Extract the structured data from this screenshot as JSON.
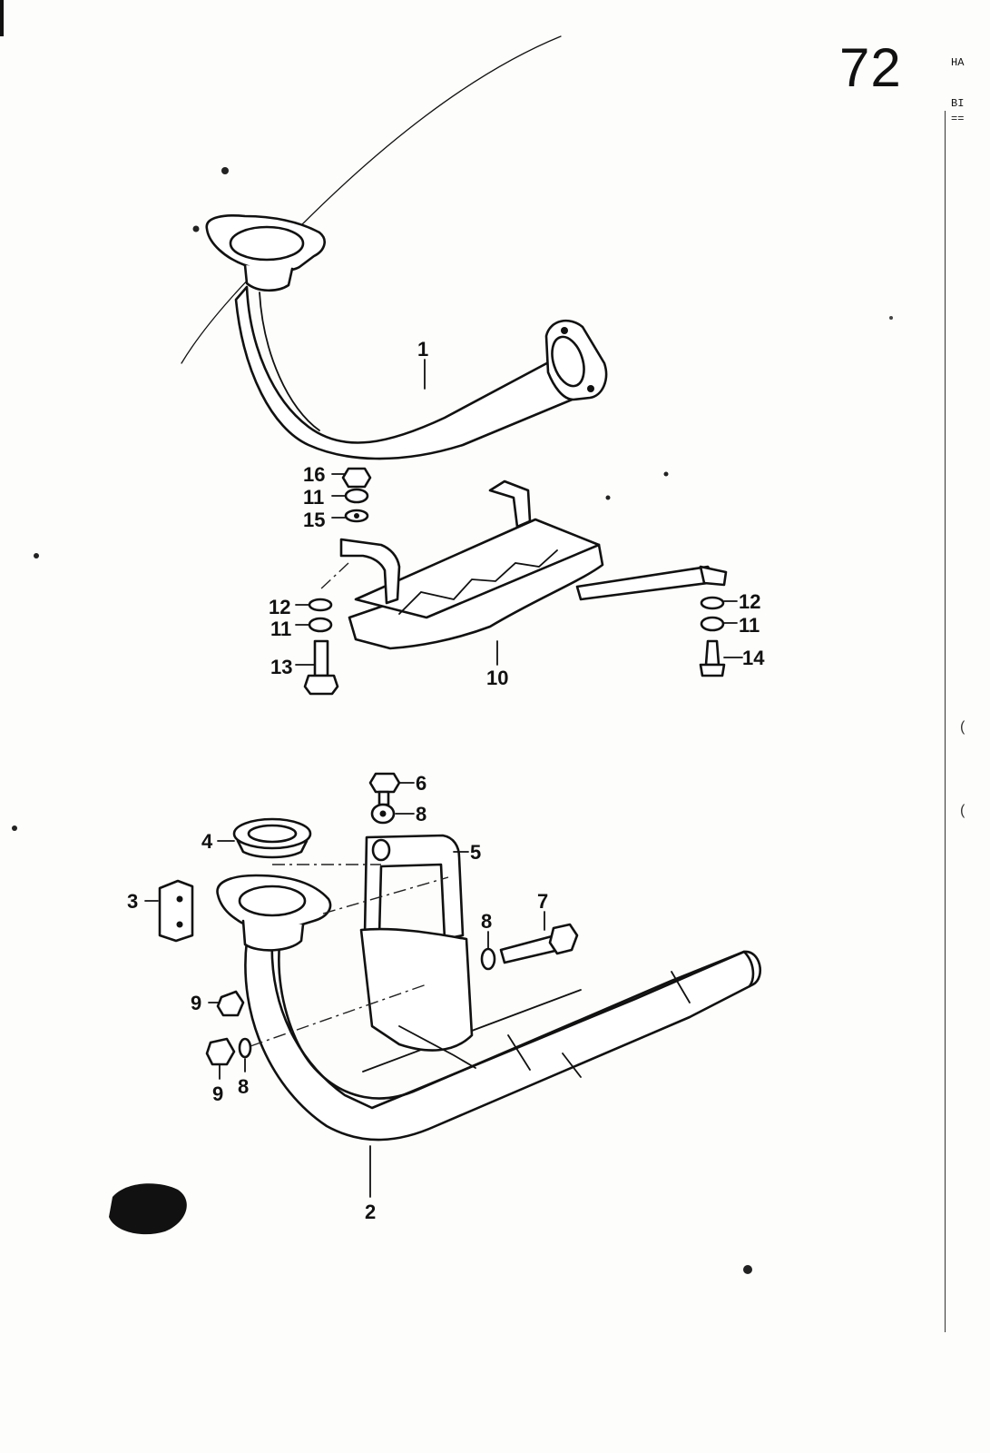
{
  "header": {
    "page_number": "72",
    "line1": "HA",
    "line2": "BI",
    "line3": "=="
  },
  "margin_marks": [
    "(",
    "("
  ],
  "callouts": [
    {
      "id": "c1",
      "label": "1"
    },
    {
      "id": "c16",
      "label": "16"
    },
    {
      "id": "c11a",
      "label": "11"
    },
    {
      "id": "c15",
      "label": "15"
    },
    {
      "id": "c12a",
      "label": "12"
    },
    {
      "id": "c11b",
      "label": "11"
    },
    {
      "id": "c13",
      "label": "13"
    },
    {
      "id": "c10",
      "label": "10"
    },
    {
      "id": "c12b",
      "label": "12"
    },
    {
      "id": "c11c",
      "label": "11"
    },
    {
      "id": "c14",
      "label": "14"
    },
    {
      "id": "c6",
      "label": "6"
    },
    {
      "id": "c8a",
      "label": "8"
    },
    {
      "id": "c4",
      "label": "4"
    },
    {
      "id": "c5",
      "label": "5"
    },
    {
      "id": "c3",
      "label": "3"
    },
    {
      "id": "c7",
      "label": "7"
    },
    {
      "id": "c8b",
      "label": "8"
    },
    {
      "id": "c9a",
      "label": "9"
    },
    {
      "id": "c9b",
      "label": "9"
    },
    {
      "id": "c8c",
      "label": "8"
    },
    {
      "id": "c2",
      "label": "2"
    }
  ]
}
